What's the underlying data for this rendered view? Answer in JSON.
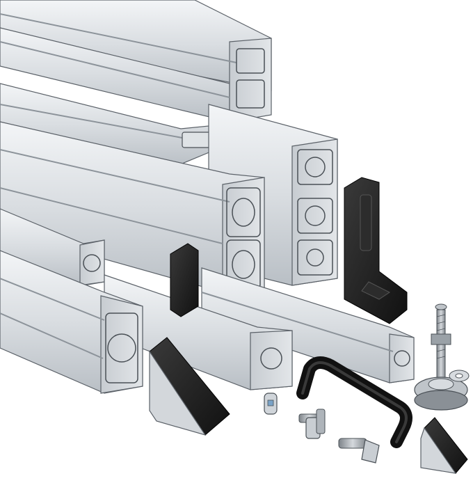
{
  "palette": {
    "background": "#ffffff",
    "aluminium_top": "#e9ecef",
    "aluminium_side": "#c9ced3",
    "aluminium_dark": "#a7adb3",
    "aluminium_edge": "#5b6168",
    "groove": "#8c939a",
    "black_part": "#1b1b1b",
    "black_highlight": "#3a3a3a",
    "outline": "#222222"
  },
  "components": [
    {
      "name": "aluminium-profile-40x40",
      "icon": "profile-icon"
    },
    {
      "name": "aluminium-profile-40x80",
      "icon": "profile-icon"
    },
    {
      "name": "aluminium-profile-20x40",
      "icon": "profile-icon"
    },
    {
      "name": "end-cap",
      "icon": "end-cap-icon"
    },
    {
      "name": "l-bracket-black",
      "icon": "bracket-icon"
    },
    {
      "name": "corner-bracket-with-cover",
      "icon": "corner-bracket-icon"
    },
    {
      "name": "handle-black",
      "icon": "handle-icon"
    },
    {
      "name": "levelling-foot",
      "icon": "foot-icon"
    },
    {
      "name": "t-slot-nut",
      "icon": "nut-icon"
    },
    {
      "name": "hammer-head-bolt",
      "icon": "bolt-icon"
    }
  ]
}
